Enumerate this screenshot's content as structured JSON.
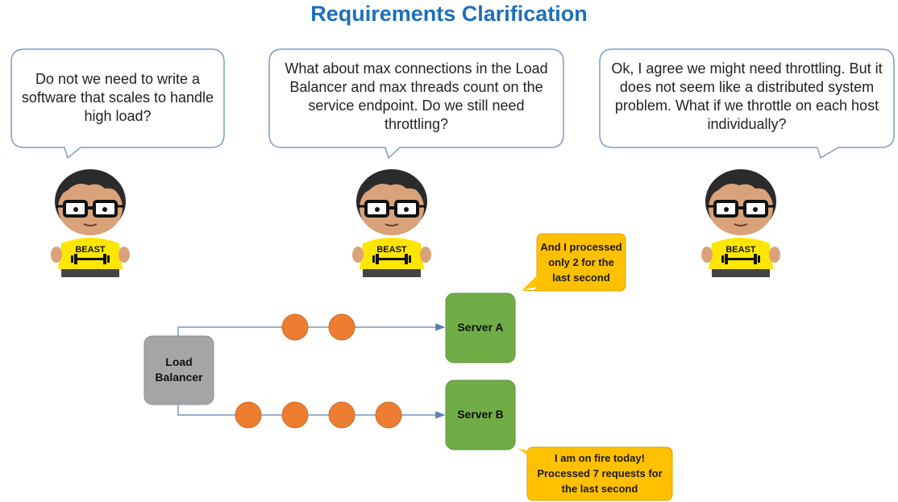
{
  "title": "Requirements Clarification",
  "bubbles": [
    {
      "text": "Do not we need to write a software that scales to handle high load?"
    },
    {
      "text": "What about max connections in the Load Balancer and max threads count on the service endpoint. Do we still need throttling?"
    },
    {
      "text": "Ok, I agree we might need throttling. But it does not seem like a distributed system problem. What if we throttle on each host individually?"
    }
  ],
  "shirt_text": "BEAST",
  "diagram": {
    "load_balancer": "Load Balancer",
    "server_a": "Server A",
    "server_b": "Server B",
    "callout_a": "And I processed only 2 for the last second",
    "callout_b": "I am on fire today! Processed 7 requests for the last second",
    "requests_to_a": 2,
    "requests_to_b": 4
  },
  "colors": {
    "title": "#1f6fb8",
    "request_dot": "#ed7d31",
    "server": "#70ad47",
    "load_balancer": "#a5a5a5",
    "callout": "#ffc000",
    "arrow": "#5b7fb0"
  }
}
